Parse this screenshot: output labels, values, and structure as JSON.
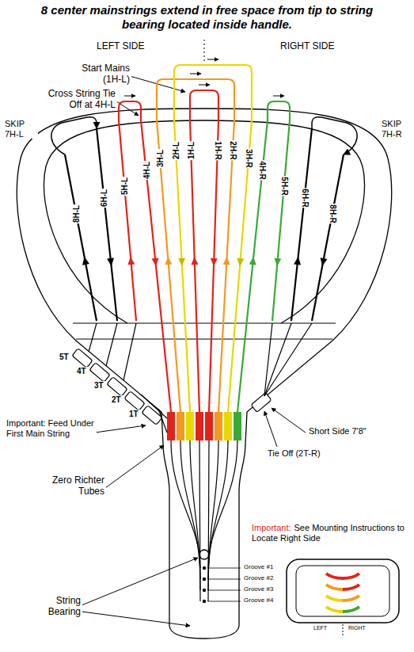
{
  "diagram": {
    "title": "8 center mainstrings extend in free space from tip to string bearing located inside handle.",
    "labels": [
      "LEFT SIDE",
      "RIGHT SIDE",
      "Start Mains (1H-L)",
      "Cross String Tie Off at 4H-L",
      "SKIP 7H-L",
      "SKIP 7H-R",
      "8H-L",
      "6H-L",
      "5H-L",
      "4H-L",
      "3H-L",
      "2H-L",
      "1H-L",
      "1H-R",
      "2H-R",
      "3H-R",
      "4H-R",
      "5H-R",
      "6H-R",
      "8H-R",
      "5T",
      "4T",
      "3T",
      "2T",
      "1T",
      "Important: Feed Under First Main String",
      "Short Side 7'8\"",
      "Tie Off (2T-R)",
      "Zero Richter Tubes",
      "String Bearing",
      "Important:",
      "See Mounting Instructions to Locate Right Side",
      "Groove #1",
      "Groove #2",
      "Groove #3",
      "Groove #4",
      "LEFT",
      "RIGHT"
    ]
  }
}
